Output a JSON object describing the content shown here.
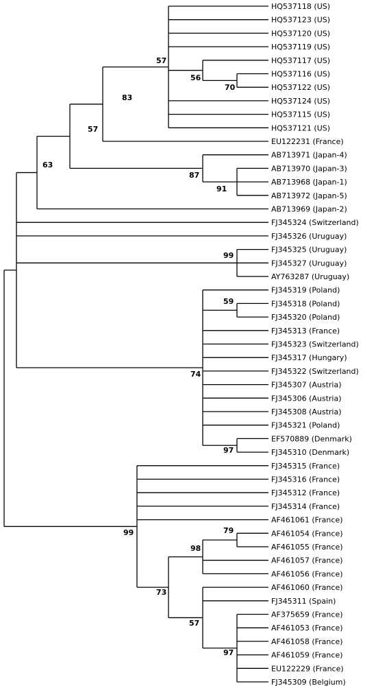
{
  "tree": {
    "taxa": [
      "HQ537118 (US)",
      "HQ537123 (US)",
      "HQ537120 (US)",
      "HQ537119 (US)",
      "HQ537117 (US)",
      "HQ537116 (US)",
      "HQ537122 (US)",
      "HQ537124 (US)",
      "HQ537115 (US)",
      "HQ537121 (US)",
      "EU122231 (France)",
      "AB713971 (Japan-4)",
      "AB713970 (Japan-3)",
      "AB713968 (Japan-1)",
      "AB713972 (Japan-5)",
      "AB713969 (Japan-2)",
      "FJ345324 (Switzerland)",
      "FJ345326 (Uruguay)",
      "FJ345325 (Uruguay)",
      "FJ345327 (Uruguay)",
      "AY763287 (Uruguay)",
      "FJ345319 (Poland)",
      "FJ345318 (Poland)",
      "FJ345320 (Poland)",
      "FJ345313 (France)",
      "FJ345323 (Switzerland)",
      "FJ345317 (Hungary)",
      "FJ345322 (Switzerland)",
      "FJ345307 (Austria)",
      "FJ345306 (Austria)",
      "FJ345308 (Austria)",
      "FJ345321 (Poland)",
      "EF570889 (Denmark)",
      "FJ345310 (Denmark)",
      "FJ345315 (France)",
      "FJ345316 (France)",
      "FJ345312 (France)",
      "FJ345314 (France)",
      "AF461061 (France)",
      "AF461054 (France)",
      "AF461055 (France)",
      "AF461057 (France)",
      "AF461056 (France)",
      "AF461060 (France)",
      "FJ345311 (Spain)",
      "AF375659 (France)",
      "AF461053 (France)",
      "AF461058 (France)",
      "AF461059 (France)",
      "EU122229 (France)",
      "FJ345309 (Belgium)"
    ],
    "supports": [
      "57",
      "56",
      "70",
      "83",
      "57",
      "63",
      "87",
      "91",
      "99",
      "59",
      "74",
      "97",
      "99",
      "79",
      "98",
      "73",
      "57",
      "97"
    ]
  }
}
